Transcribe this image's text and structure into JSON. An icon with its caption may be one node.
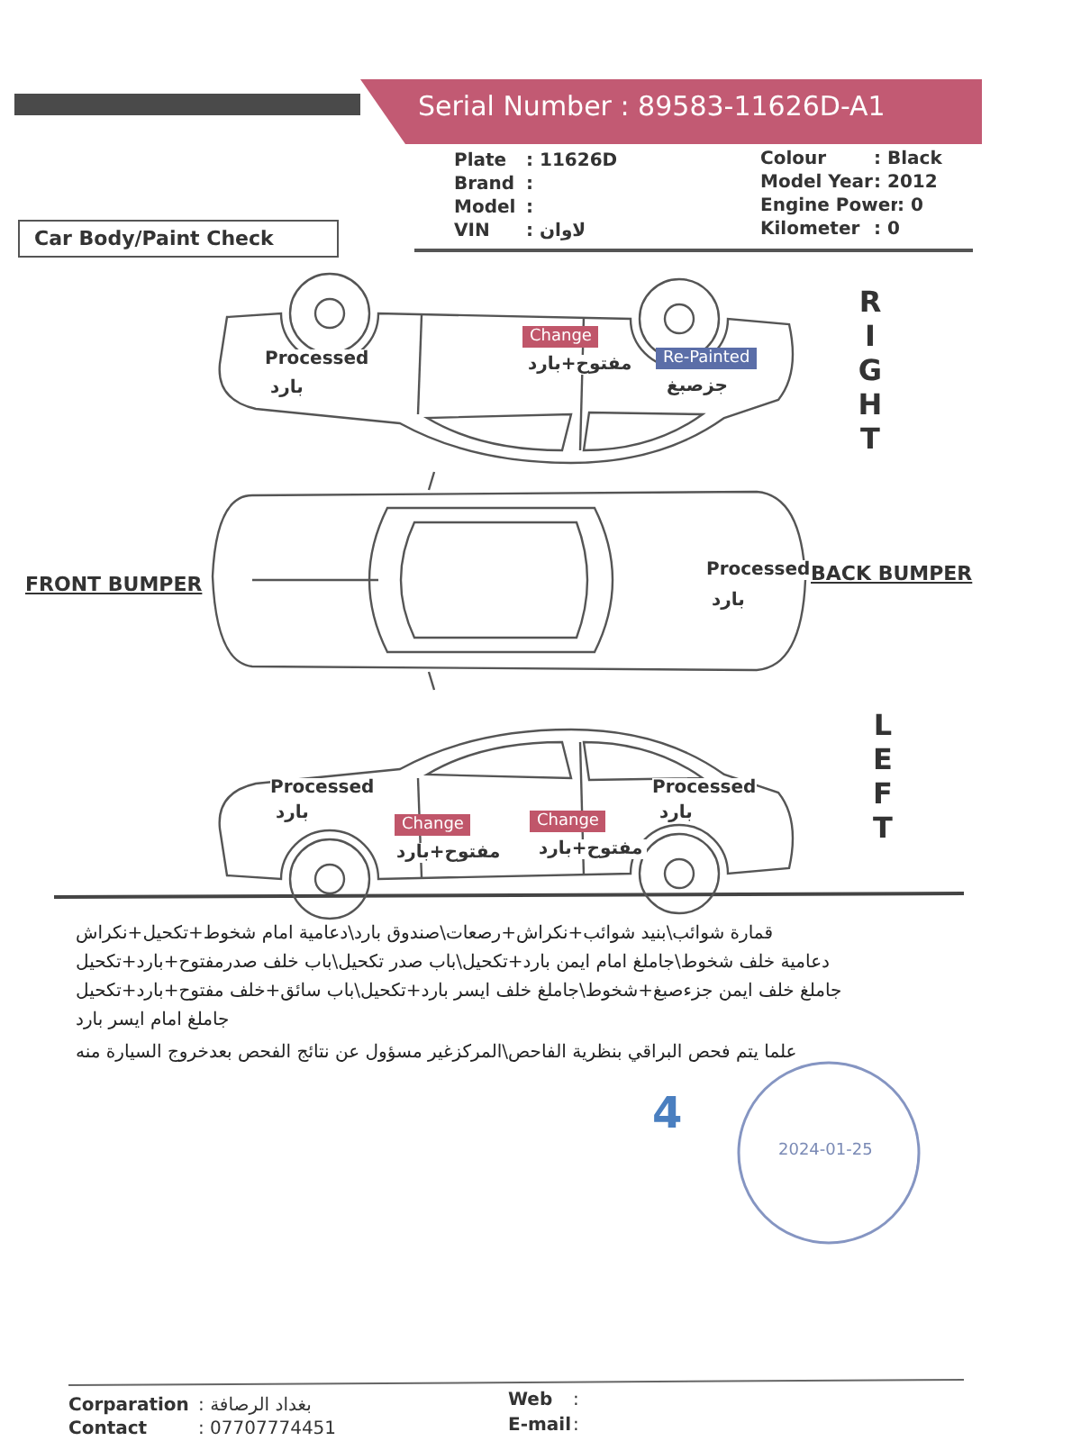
{
  "diagram": {
    "labels": [
      "Serial Number : 89583-11626D-A1",
      "Car Body/Paint Check",
      "Plate",
      ": 11626D",
      "Brand",
      ":",
      "Model",
      ":",
      "VIN",
      ": لاوان",
      "Colour",
      ": Black",
      "Model Year",
      ": 2012",
      "Engine Power",
      ": 0",
      "Kilometer",
      ": 0",
      "Change",
      "Processed",
      "مفتوح+بارد",
      "Re-Painted",
      "بارد",
      "جزصبغ",
      "RIGHT",
      "FRONT BUMPER",
      "Processed",
      "بارد",
      "BACK BUMPER",
      "LEFT",
      "Processed",
      "بارد",
      "Change",
      "مفتوح+بارد",
      "Change",
      "مفتوح+بارد",
      "Processed",
      "بارد",
      "قمارة شوائب\\بنيد شوائب+نكراش+رصعات\\صندوق بارد\\دعامية امام شخوط+تكحيل+نكراش",
      "دعامية خلف شخوط\\جاملغ امام ايمن بارد+تكحيل\\باب صدر تكحيل\\باب خلف صدرمفتوح+بارد+تكحيل",
      "جاملغ خلف ايمن جزءصبغ+شخوط\\جاملغ خلف ايسر بارد+تكحيل\\باب سائق+خلف مفتوح+بارد+تكحيل",
      "جاملغ امام ايسر بارد",
      "علما يتم فحص البراقي بنظرية الفاحص\\المركزغير مسؤول عن نتائج الفحص بعدخروج السيارة منه",
      "4",
      "2024-01-25",
      "Corparation",
      ": بغداد الرصافة",
      "Contact",
      ": 07707774451",
      "Web",
      ":",
      "E-mail",
      ":"
    ]
  }
}
